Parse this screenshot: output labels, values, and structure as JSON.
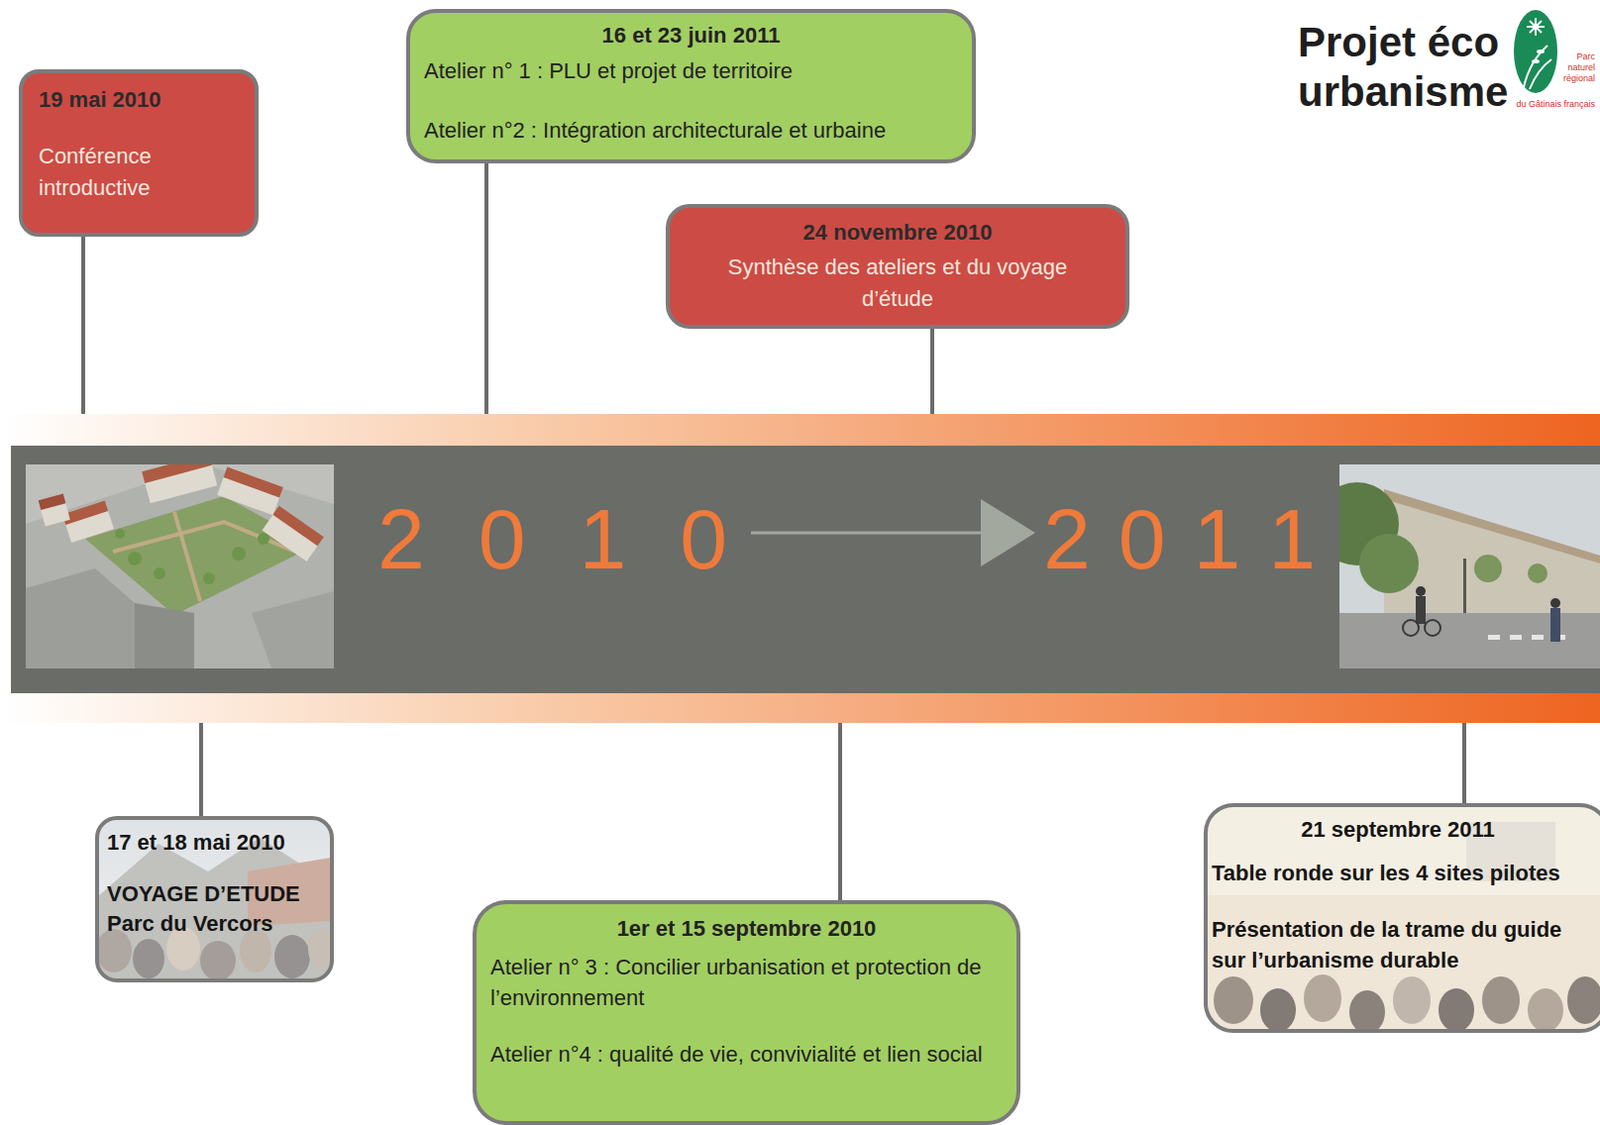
{
  "diagram": {
    "title": "Projet éco urbanisme",
    "nodes": [
      {
        "text": [
          "19 mai 2010",
          "Conférence introductive"
        ]
      },
      {
        "text": [
          "16 et 23 juin 2011",
          "Atelier n° 1 : PLU et projet de territoire",
          "Atelier n°2 : Intégration architecturale et urbaine"
        ]
      },
      {
        "text": [
          "24 novembre 2010",
          "Synthèse des ateliers et du voyage d’étude"
        ]
      },
      {
        "text": [
          "2 0 1 0",
          "2 0 1 1"
        ]
      },
      {
        "text": [
          "17 et 18 mai 2010",
          "VOYAGE D’ETUDE",
          "Parc du Vercors"
        ]
      },
      {
        "text": [
          "1er et 15 septembre 2010",
          "Atelier n° 3 : Concilier urbanisation et protection de l’environnement",
          "Atelier n°4 : qualité de vie, convivialité et lien social"
        ]
      },
      {
        "text": [
          "21 septembre 2011",
          "Table ronde sur les 4 sites pilotes",
          "Présentation de la trame du guide sur l’urbanisme durable"
        ]
      }
    ],
    "edges": [
      {
        "from": 0,
        "to": 3,
        "arrow": "none"
      },
      {
        "from": 1,
        "to": 3,
        "arrow": "none"
      },
      {
        "from": 2,
        "to": 3,
        "arrow": "none"
      },
      {
        "from": 4,
        "to": 3,
        "arrow": "none"
      },
      {
        "from": 5,
        "to": 3,
        "arrow": "none"
      },
      {
        "from": 6,
        "to": 3,
        "arrow": "none"
      }
    ],
    "labels": [
      "Parc naturel régional",
      "du Gâtinais français"
    ]
  }
}
